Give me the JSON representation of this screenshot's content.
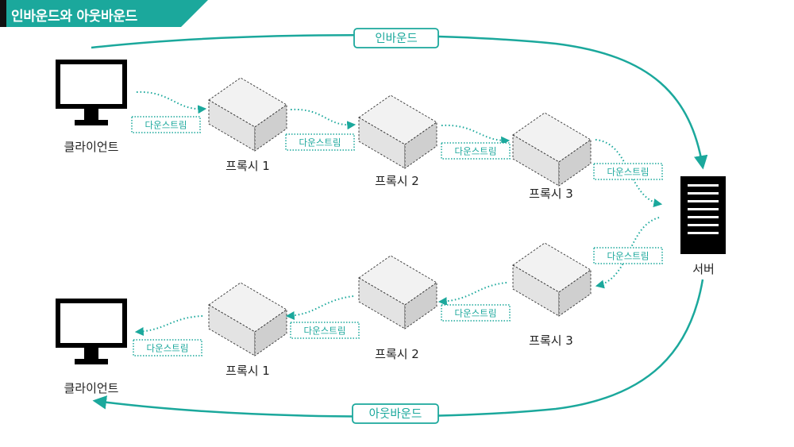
{
  "title": "인바운드와 아웃바운드",
  "colors": {
    "accent": "#1ba89c",
    "box_fill": "#e6e6e6",
    "box_top": "#f2f2f2",
    "box_side": "#d0d0d0",
    "stroke": "#333333",
    "device": "#000000"
  },
  "client_label": "클라이언트",
  "server_label": "서버",
  "inbound_label": "인바운드",
  "outbound_label": "아웃바운드",
  "downstream_label": "다운스트림",
  "proxy_labels": [
    "프록시 1",
    "프록시 2",
    "프록시 3"
  ],
  "icons": {
    "client": "monitor-icon",
    "server": "server-icon",
    "proxy": "proxy-box-icon"
  }
}
